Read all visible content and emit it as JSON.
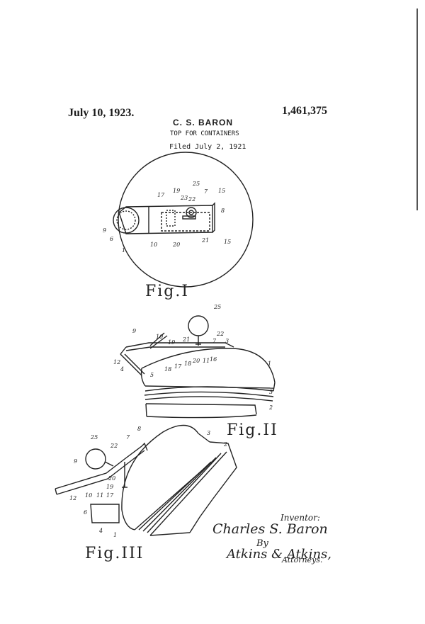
{
  "header": {
    "date": "July 10, 1923.",
    "inventor": "C. S. BARON",
    "title": "TOP FOR CONTAINERS",
    "patent_no": "1,461,375",
    "filed": "Filed July 2, 1921"
  },
  "figures": {
    "fig1_label": "Fig.I",
    "fig2_label": "Fig.II",
    "fig3_label": "Fig.III",
    "fig1_refs": [
      "25",
      "17",
      "19",
      "23",
      "22",
      "7",
      "15",
      "8",
      "9",
      "6",
      "1",
      "10",
      "20",
      "21",
      "15"
    ],
    "fig2_refs": [
      "25",
      "9",
      "10",
      "22",
      "7",
      "3",
      "19",
      "21",
      "12",
      "4",
      "18",
      "17",
      "18",
      "20",
      "11",
      "16",
      "5",
      "1",
      "3",
      "2"
    ],
    "fig3_refs": [
      "8",
      "3",
      "2",
      "7",
      "25",
      "22",
      "9",
      "10",
      "20",
      "11",
      "19",
      "17",
      "12",
      "6",
      "4",
      "1"
    ]
  },
  "signature": {
    "role": "Inventor:",
    "name": "Charles S. Baron",
    "by": "By",
    "attorneys": "Atkins & Atkins,",
    "attorneys_role": "Attorneys."
  }
}
